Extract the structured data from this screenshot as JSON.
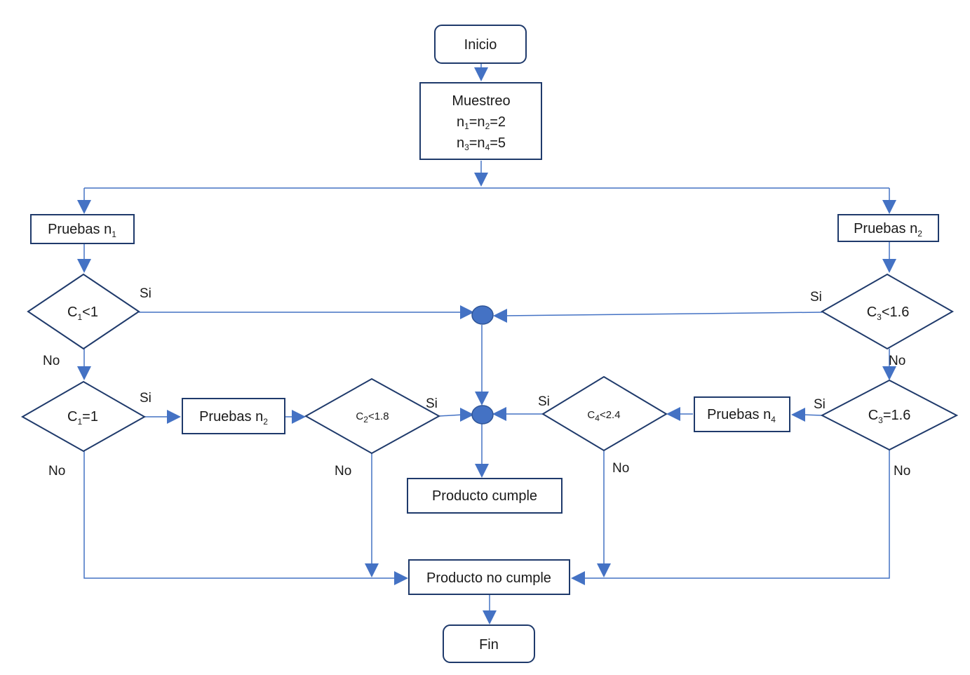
{
  "nodes": {
    "inicio": {
      "text": "Inicio"
    },
    "muestreo": {
      "line1": "Muestreo",
      "line2_a": "n",
      "line2_a_sub": "1",
      "line2_b": "=n",
      "line2_b_sub": "2",
      "line2_c": "=2",
      "line3_a": "n",
      "line3_a_sub": "3",
      "line3_b": "=n",
      "line3_b_sub": "4",
      "line3_c": "=5"
    },
    "pruebas_n1": {
      "text": "Pruebas n",
      "sub": "1"
    },
    "pruebas_n2_right": {
      "text": "Pruebas n",
      "sub": "2"
    },
    "c1_lt": {
      "a": "C",
      "sub": "1",
      "b": "<1"
    },
    "c1_eq": {
      "a": "C",
      "sub": "1",
      "b": "=1"
    },
    "pruebas_n2_mid": {
      "text": "Pruebas n",
      "sub": "2"
    },
    "c2_lt": {
      "a": "C",
      "sub": "2",
      "b": "<1.8"
    },
    "c3_lt": {
      "a": "C",
      "sub": "3",
      "b": "<1.6"
    },
    "c3_eq": {
      "a": "C",
      "sub": "3",
      "b": "=1.6"
    },
    "pruebas_n4": {
      "text": "Pruebas n",
      "sub": "4"
    },
    "c4_lt": {
      "a": "C",
      "sub": "4",
      "b": "<2.4"
    },
    "producto_cumple": {
      "text": "Producto cumple"
    },
    "producto_no_cumple": {
      "text": "Producto no cumple"
    },
    "fin": {
      "text": "Fin"
    }
  },
  "labels": {
    "si": "Si",
    "no": "No"
  },
  "colors": {
    "connector": "#4472c4",
    "border": "#1f3a6b"
  }
}
